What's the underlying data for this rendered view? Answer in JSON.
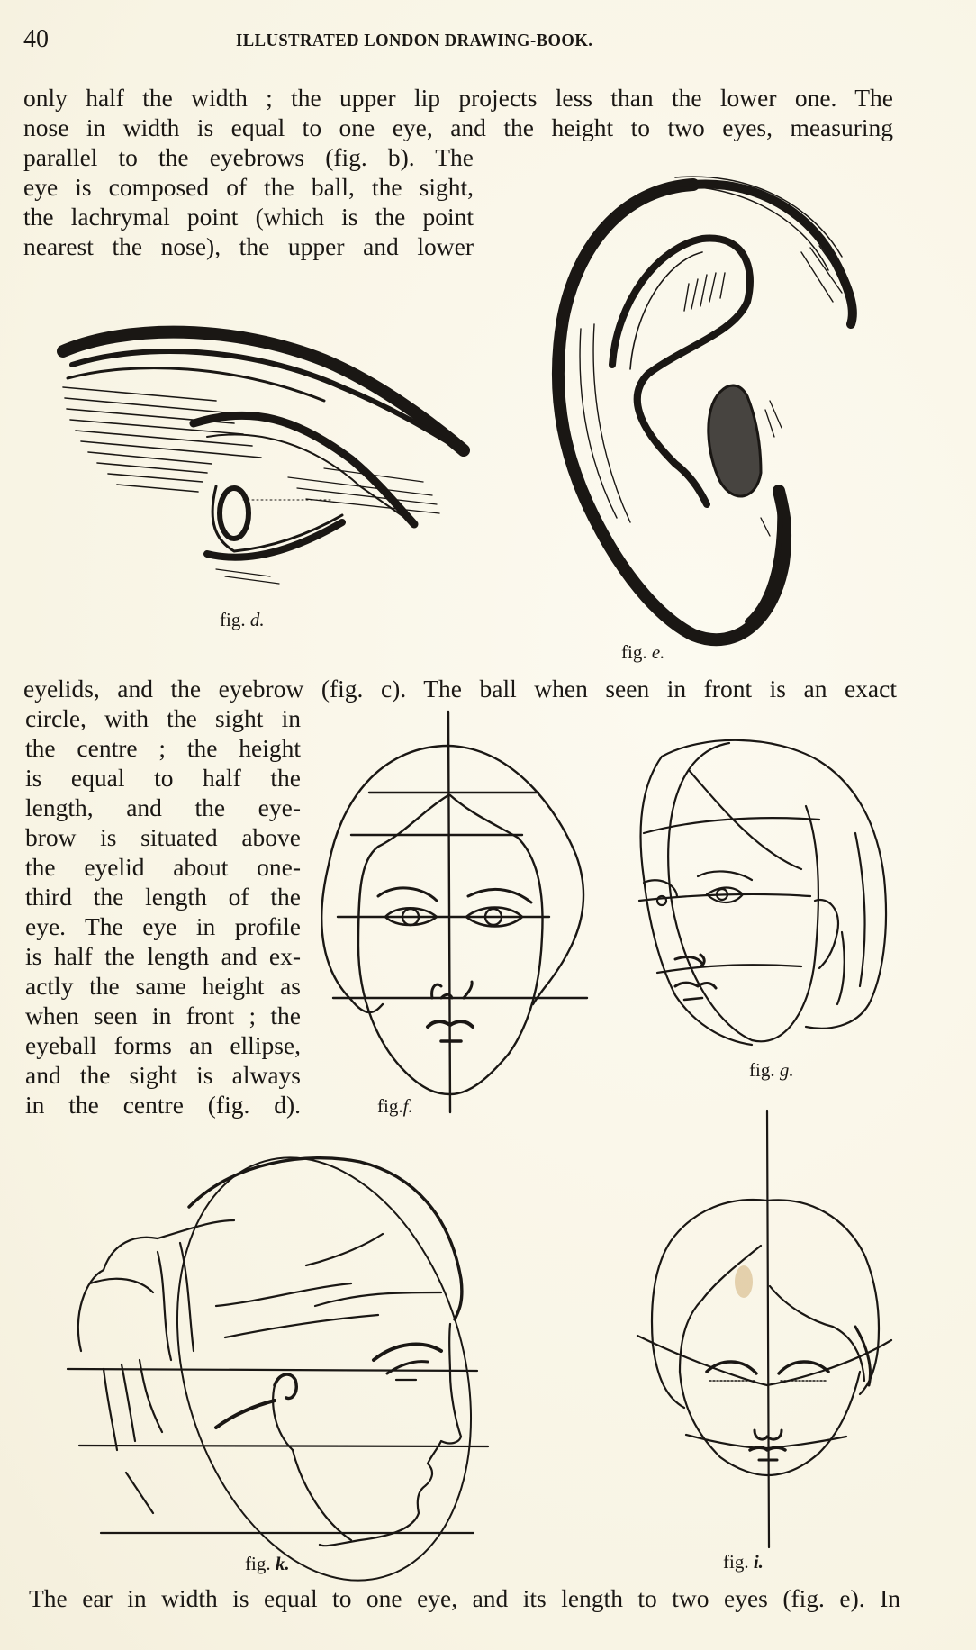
{
  "header": {
    "page_number": "40",
    "running_title": "ILLUSTRATED LONDON DRAWING-BOOK."
  },
  "body": {
    "para1": [
      "only half the width ; the upper lip projects less than the lower one.  The",
      "nose in width is equal to one eye, and the height to two eyes, measuring",
      "parallel to the eyebrows (fig. b).  The",
      "eye is composed of the ball, the sight,",
      "the lachrymal point (which is the point",
      "nearest the nose), the upper and lower"
    ],
    "para2_full": "eyelids, and the eyebrow (fig. c).  The ball when seen in front is an exact",
    "para2_column": [
      "circle, with the sight in",
      "the centre ; the height",
      "is equal to half the",
      "length, and the eye-",
      "brow is situated above",
      "the eyelid about one-",
      "third the length of the",
      "eye.  The eye in profile",
      "is half the length and ex-",
      "actly the same height as",
      "when seen in front ; the",
      "eyeball forms an ellipse,",
      "and the sight is always",
      "in the centre (fig. d)."
    ],
    "para3": "The ear in width is equal to one eye, and its length to two eyes (fig. e).  In"
  },
  "figures": {
    "d": {
      "prefix": "fig.",
      "letter": "d.",
      "subject": "eye in profile with eyebrow"
    },
    "e": {
      "prefix": "fig.",
      "letter": "e.",
      "subject": "human ear"
    },
    "f": {
      "prefix": "fig.",
      "letter": "f.",
      "subject": "front face with proportion guide lines"
    },
    "g": {
      "prefix": "fig.",
      "letter": "g.",
      "subject": "three-quarter face with guide lines"
    },
    "k": {
      "prefix": "fig.",
      "letter": "k.",
      "subject": "head in profile with horizontal guide lines"
    },
    "i": {
      "prefix": "fig.",
      "letter": "i.",
      "subject": "face looking down with curved guide lines"
    }
  },
  "colors": {
    "paper": "#fbf8ec",
    "ink": "#1a1714"
  }
}
